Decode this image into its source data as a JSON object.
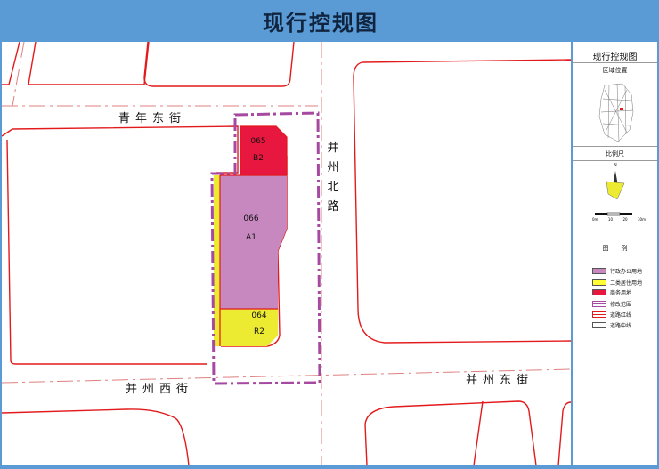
{
  "title": "现行控规图",
  "panel": {
    "title": "现行控规图",
    "location_heading": "区域位置",
    "scale_heading": "比例尺",
    "north_label": "N",
    "scale_ticks": [
      "0m",
      "10",
      "20",
      "30m"
    ],
    "legend_heading": "图　　例"
  },
  "legend": [
    {
      "label": "行政办公用地",
      "color": "#c688bf",
      "style": "fill"
    },
    {
      "label": "二类居住用地",
      "color": "#ffff33",
      "style": "fill"
    },
    {
      "label": "商务用地",
      "color": "#e8173f",
      "style": "fill"
    },
    {
      "label": "修改范围",
      "color": "#a54aa0",
      "style": "dash"
    },
    {
      "label": "道路红线",
      "color": "#e31a1c",
      "style": "line"
    },
    {
      "label": "道路中线",
      "color": "#888888",
      "style": "thin"
    }
  ],
  "roads": {
    "qingnian_east": "青年东街",
    "bingzhou_north": "并州北路",
    "bingzhou_west": "并州西街",
    "bingzhou_east": "并州东街"
  },
  "parcels": [
    {
      "code": "065",
      "use": "B2",
      "color": "#e8173f"
    },
    {
      "code": "066",
      "use": "A1",
      "color": "#c688bf"
    },
    {
      "code": "064",
      "use": "R2",
      "color": "#ecea31"
    }
  ],
  "colors": {
    "header": "#5b9bd5",
    "road_red_line": "#e31a1c",
    "road_center_line": "#e8a0a0",
    "boundary": "#a54aa0"
  }
}
